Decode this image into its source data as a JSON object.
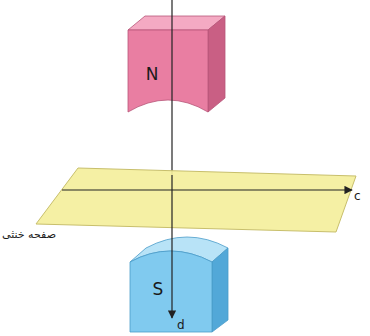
{
  "diagram": {
    "nodes": [
      {
        "text": [
          "N"
        ]
      },
      {
        "text": [
          "S"
        ]
      }
    ],
    "labels": [
      "صفحه خنثی",
      "d",
      "c"
    ]
  }
}
